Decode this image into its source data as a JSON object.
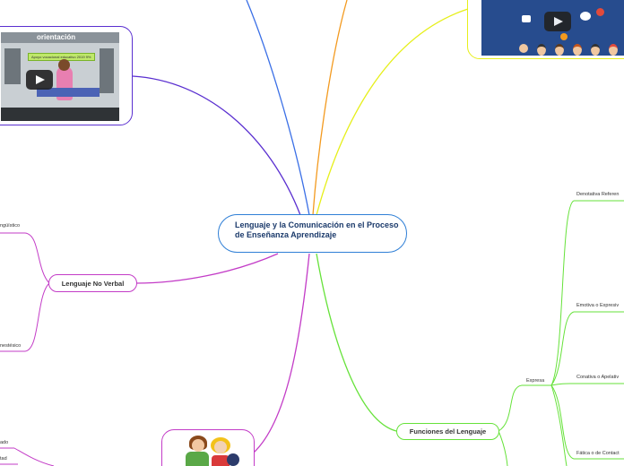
{
  "central": {
    "title": "Lenguaje y la Comunicación en el Proceso de Enseñanza Aprendizaje"
  },
  "nodes": {
    "no_verbal": "Lenguaje No Verbal",
    "funciones": "Funciones del Lenguaje",
    "expresa": "Expresa"
  },
  "leaves": {
    "linguistico": "ngüístico",
    "kinestesico": "nestésico",
    "ado": "ado",
    "tad": "tad",
    "denotativa": "Denotativa Referen",
    "emotiva": "Emotiva o Expresiv",
    "conativa": "Conativa o Apelativ",
    "fatica": "Fática o de Contact"
  },
  "video_left": {
    "banner": "orientación",
    "caption": "Apoyo vocacional educativo 2019 9%"
  },
  "colors": {
    "central": "#2f7fd6",
    "purple": "#5a2fd0",
    "magenta": "#c33cc7",
    "green": "#66e23a",
    "yellow": "#e6ef1a",
    "orange": "#f39a1f",
    "blue": "#3a6fe6",
    "darkblue": "#274c8e"
  }
}
